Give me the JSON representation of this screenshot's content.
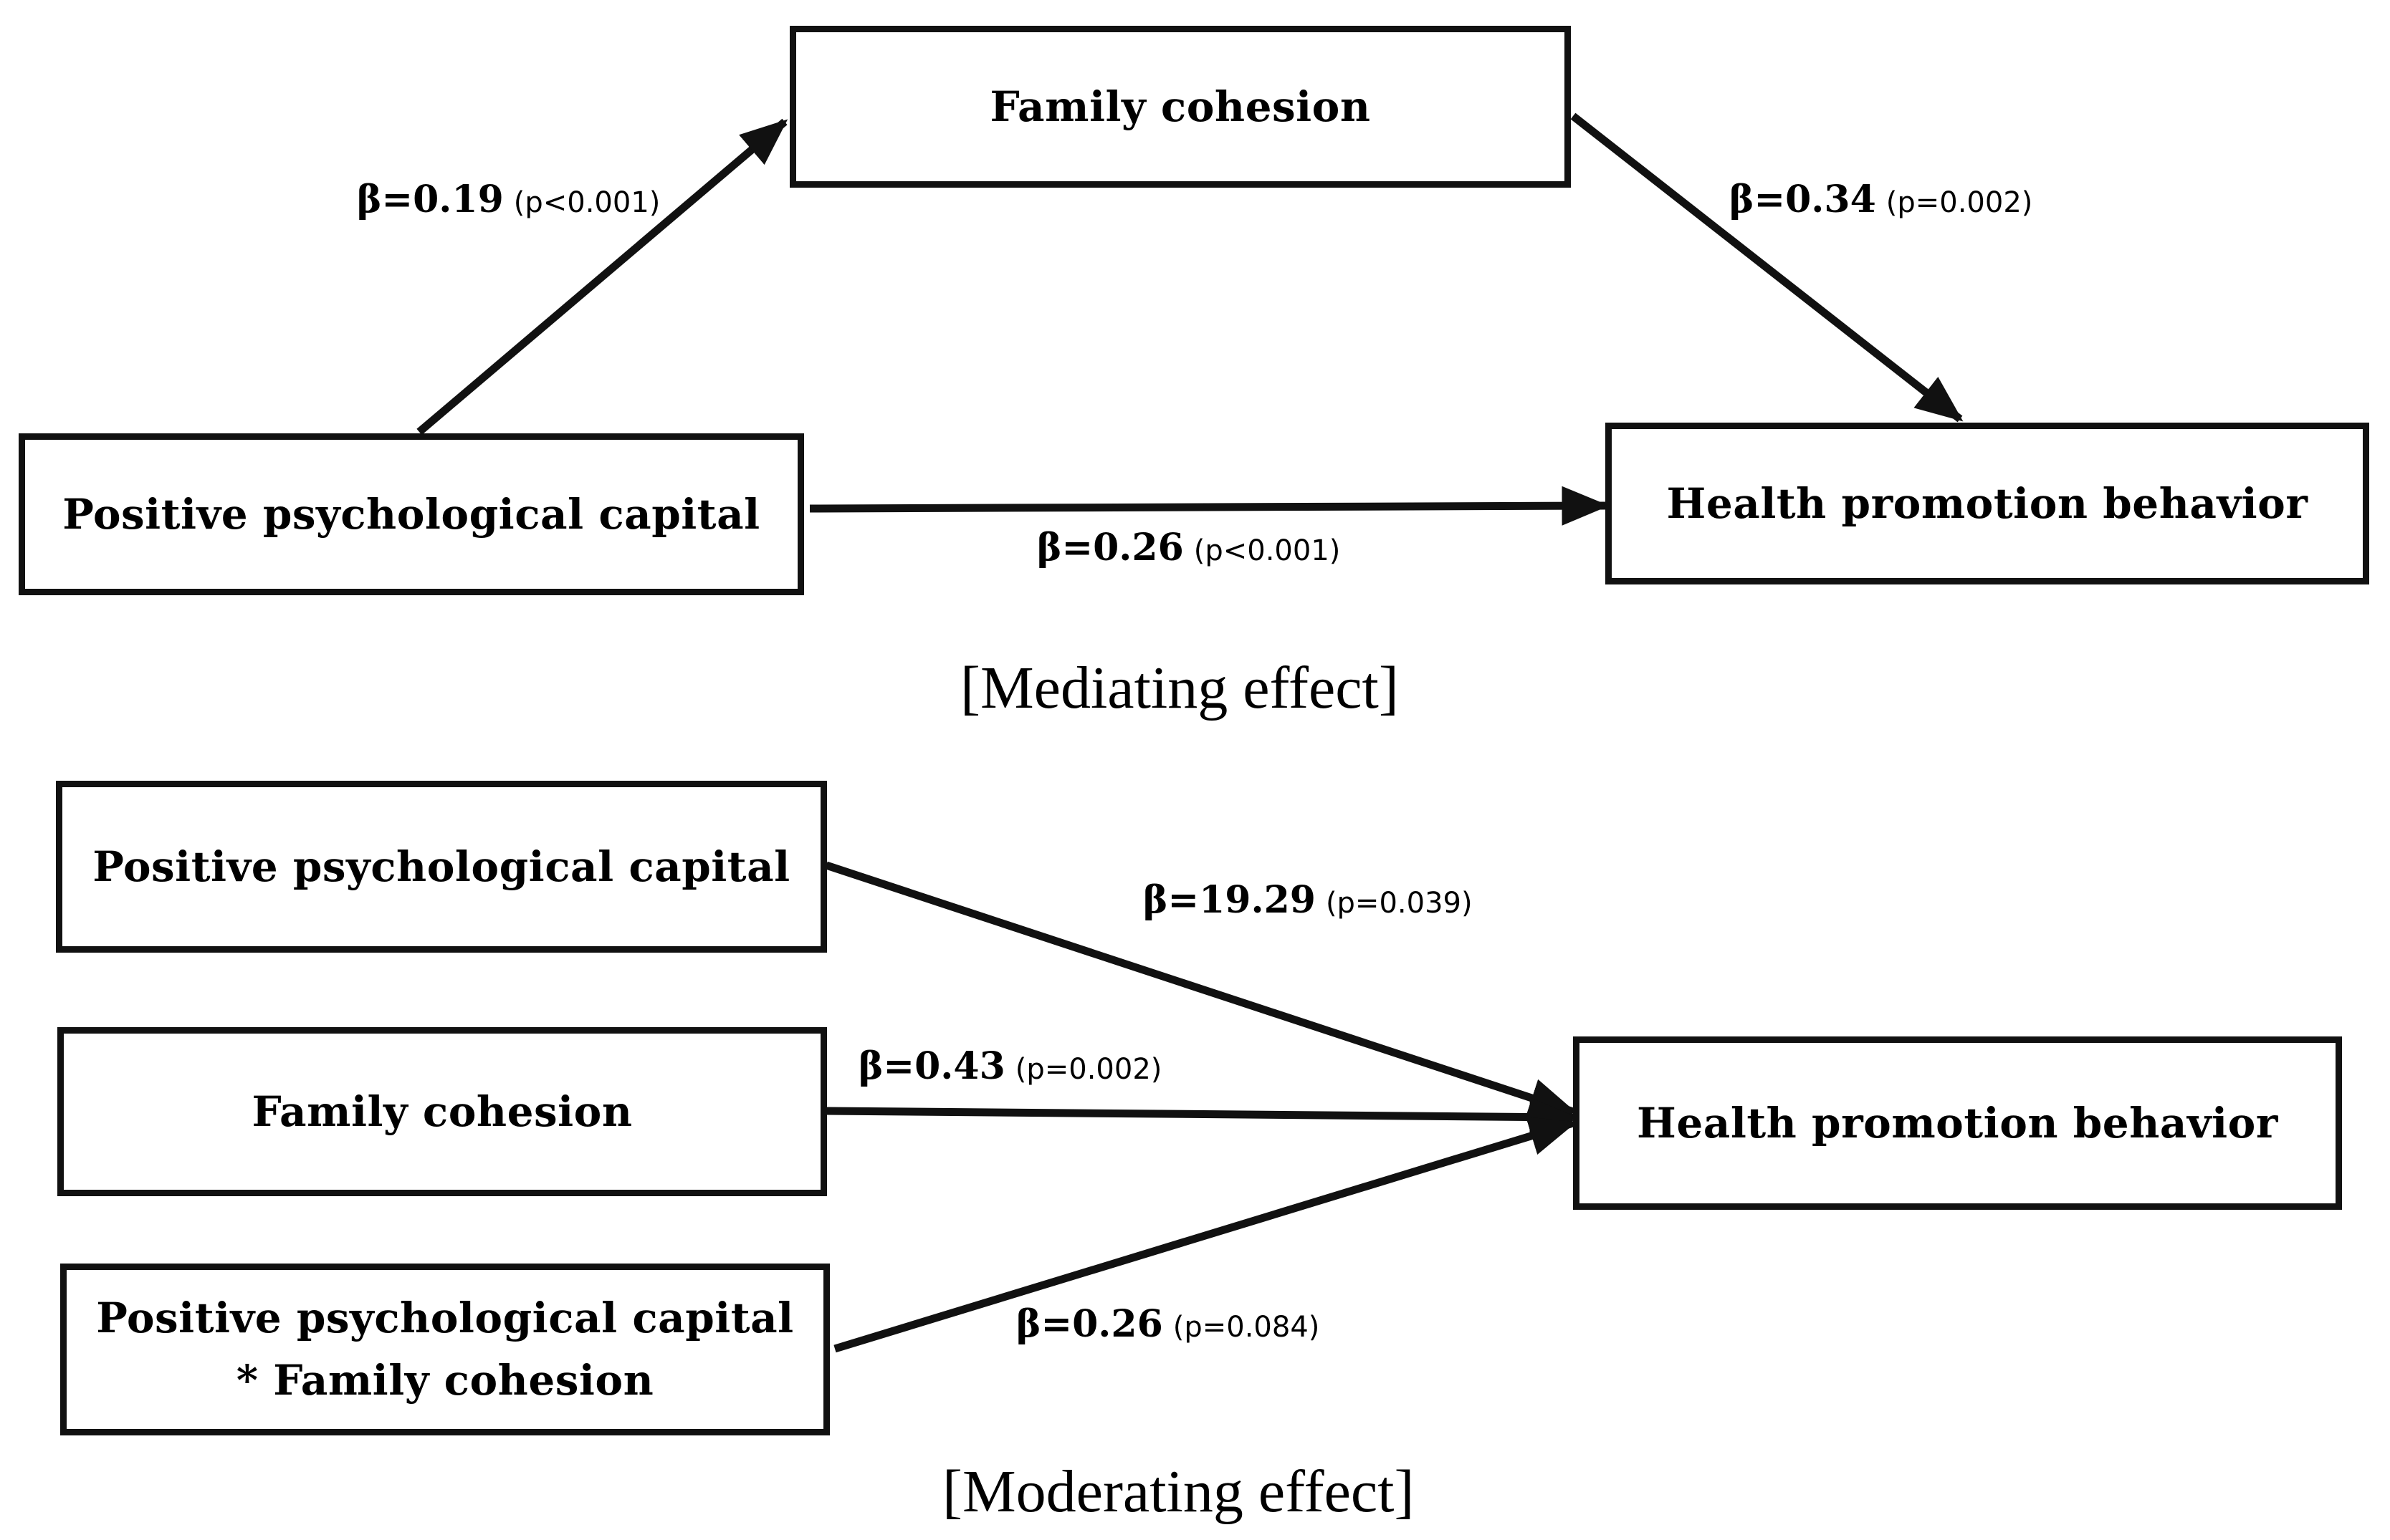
{
  "mediating": {
    "caption": "[Mediating effect]",
    "nodes": {
      "mediator": "Family cohesion",
      "predictor": "Positive psychological capital",
      "outcome": "Health promotion behavior"
    },
    "paths": {
      "a": {
        "beta": "β=0.19",
        "p": "(p<0.001)"
      },
      "b": {
        "beta": "β=0.34",
        "p": "(p=0.002)"
      },
      "c": {
        "beta": "β=0.26",
        "p": "(p<0.001)"
      }
    }
  },
  "moderating": {
    "caption": "[Moderating effect]",
    "nodes": {
      "predictor": "Positive psychological capital",
      "moderator": "Family cohesion",
      "interaction_line1": "Positive psychological capital",
      "interaction_line2": "* Family cohesion",
      "outcome": "Health promotion behavior"
    },
    "paths": {
      "predictor": {
        "beta": "β=19.29",
        "p": "(p=0.039)"
      },
      "moderator": {
        "beta": "β=0.43",
        "p": "(p=0.002)"
      },
      "interaction": {
        "beta": "β=0.26",
        "p": "(p=0.084)"
      }
    }
  },
  "colors": {
    "ink": "#111111",
    "background": "#ffffff"
  }
}
